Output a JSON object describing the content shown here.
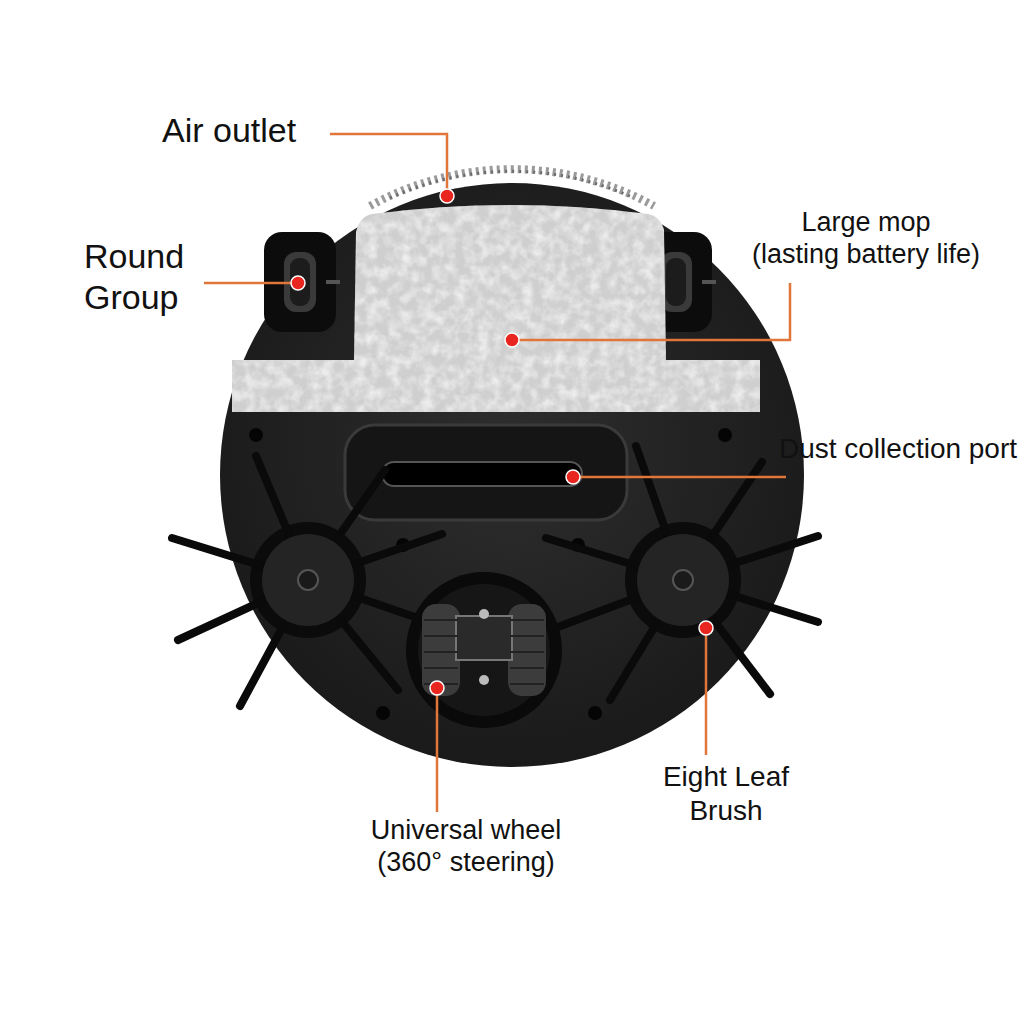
{
  "diagram": {
    "labels": [
      "Air outlet",
      "Round Group",
      "Large mop (lasting battery life)",
      "Dust collection port",
      "Universal wheel (360° steering)",
      "Eight Leaf Brush"
    ]
  }
}
